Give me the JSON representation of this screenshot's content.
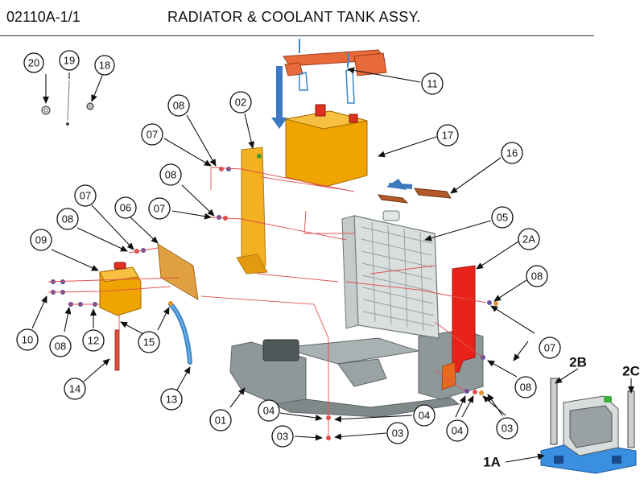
{
  "header": {
    "part_number": "02110A-1/1",
    "title": "RADIATOR & COOLANT TANK ASSY."
  },
  "callouts": {
    "c20": "20",
    "c19": "19",
    "c18": "18",
    "c08a": "08",
    "c02": "02",
    "c07a": "07",
    "c08b": "08",
    "c07b": "07",
    "c07c": "07",
    "c06": "06",
    "c08c": "08",
    "c09": "09",
    "c10": "10",
    "c08d": "08",
    "c12": "12",
    "c15": "15",
    "c14": "14",
    "c13": "13",
    "c11": "11",
    "c17": "17",
    "c16": "16",
    "c05": "05",
    "c2A": "2A",
    "c08e": "08",
    "c07d": "07",
    "c08f": "08",
    "c01": "01",
    "c04a": "04",
    "c04b": "04",
    "c03a": "03",
    "c03b": "03",
    "c04c": "04",
    "c03c": "03"
  },
  "assembly_labels": {
    "b2B": "2B",
    "b2C": "2C",
    "b1A": "1A"
  },
  "colors": {
    "frame_gray": "#8e9899",
    "tank_orange": "#f0a400",
    "bracket_orange": "#f3b020",
    "panel_red": "#e8231c",
    "strap_orange": "#e86a3a",
    "hose_blue": "#3a86c8",
    "arrow_blue": "#3d78c0",
    "assy_blue": "#3a8fe0",
    "leader_red": "#e05050"
  }
}
